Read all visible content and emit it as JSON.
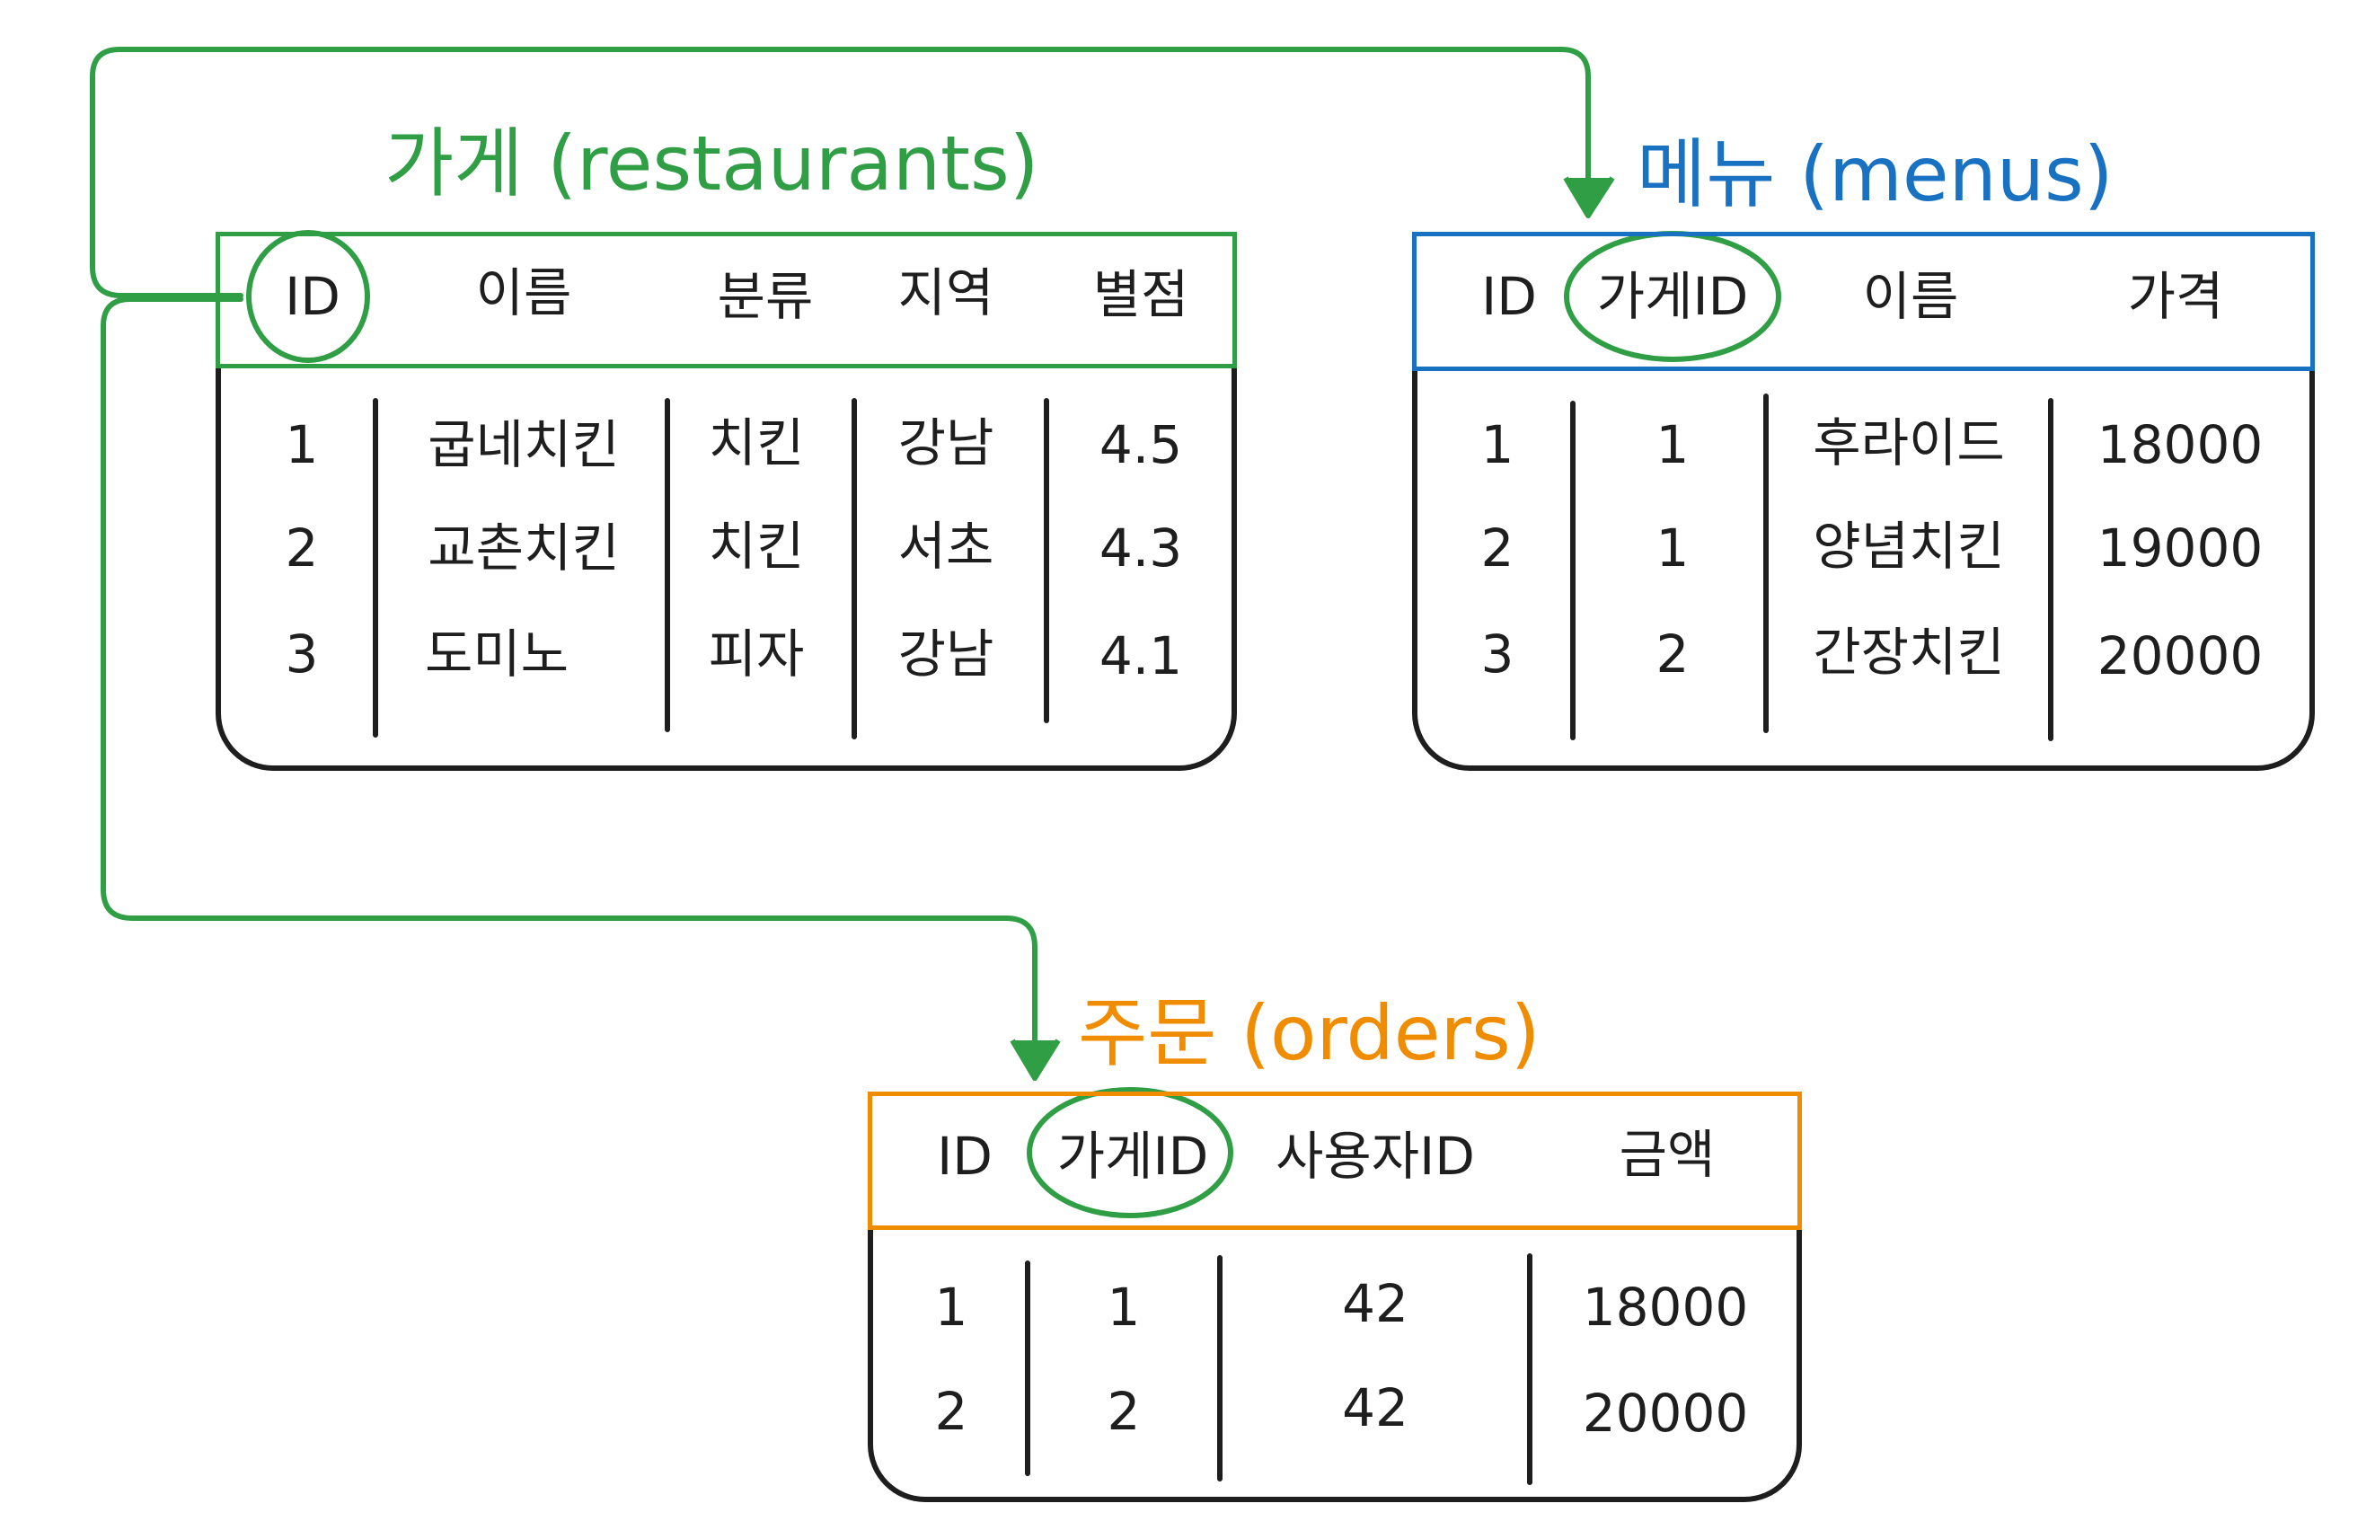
{
  "colors": {
    "restaurants": "#2f9e44",
    "menus": "#1971c2",
    "orders": "#f08c00",
    "ink": "#1e1e1e",
    "key_highlight": "#2f9e44"
  },
  "restaurants": {
    "title": "가게 (restaurants)",
    "columns": [
      "ID",
      "이름",
      "분류",
      "지역",
      "별점"
    ],
    "rows": [
      [
        "1",
        "굽네치킨",
        "치킨",
        "강남",
        "4.5"
      ],
      [
        "2",
        "교촌치킨",
        "치킨",
        "서초",
        "4.3"
      ],
      [
        "3",
        "도미노",
        "피자",
        "강남",
        "4.1"
      ]
    ]
  },
  "menus": {
    "title": "메뉴 (menus)",
    "columns": [
      "ID",
      "가게ID",
      "이름",
      "가격"
    ],
    "rows": [
      [
        "1",
        "1",
        "후라이드",
        "18000"
      ],
      [
        "2",
        "1",
        "양념치킨",
        "19000"
      ],
      [
        "3",
        "2",
        "간장치킨",
        "20000"
      ]
    ]
  },
  "orders": {
    "title": "주문 (orders)",
    "columns": [
      "ID",
      "가게ID",
      "사용자ID",
      "금액"
    ],
    "rows": [
      [
        "1",
        "1",
        "42",
        "18000"
      ],
      [
        "2",
        "2",
        "42",
        "20000"
      ]
    ]
  }
}
